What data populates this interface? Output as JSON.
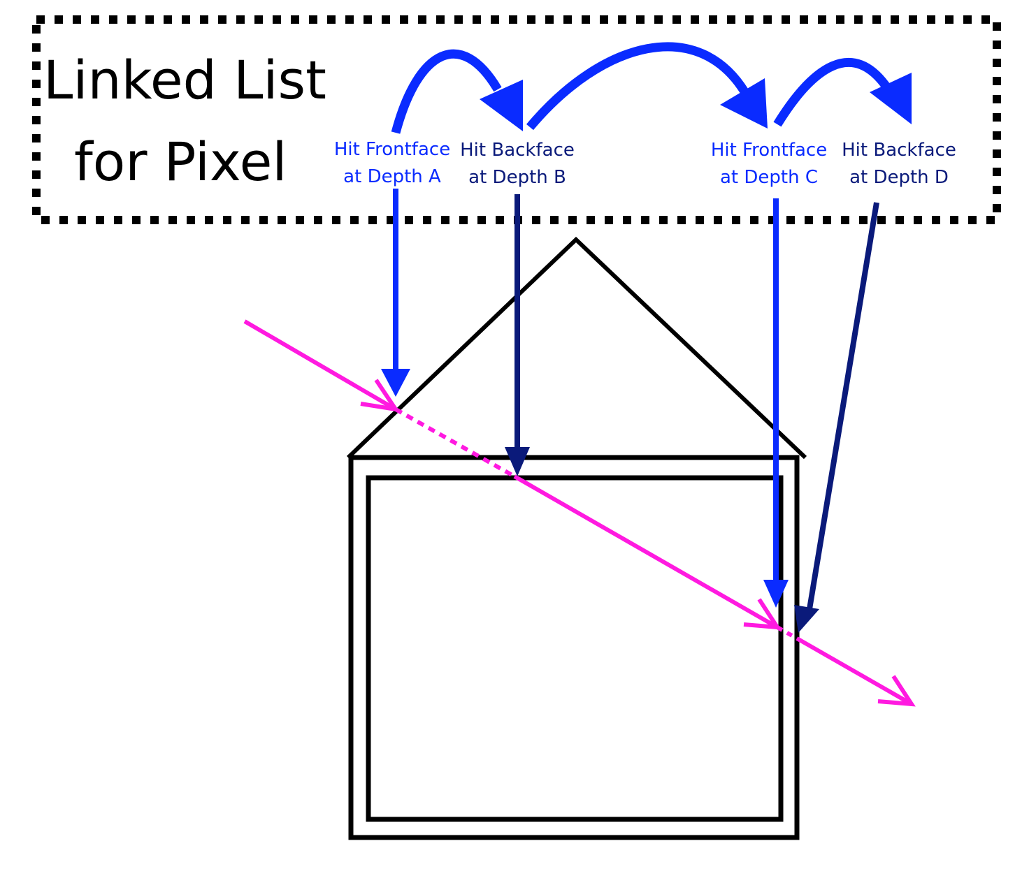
{
  "title": {
    "line1": "Linked List",
    "line2": "for Pixel"
  },
  "nodes": [
    {
      "line1": "Hit Frontface",
      "line2": "at Depth A"
    },
    {
      "line1": "Hit Backface",
      "line2": "at Depth B"
    },
    {
      "line1": "Hit Frontface",
      "line2": "at Depth C"
    },
    {
      "line1": "Hit Backface",
      "line2": "at Depth D"
    }
  ],
  "colors": {
    "frontface": "#0a2bff",
    "backface": "#0a1a7a",
    "ray": "#ff1ae0",
    "outline": "#000000"
  }
}
